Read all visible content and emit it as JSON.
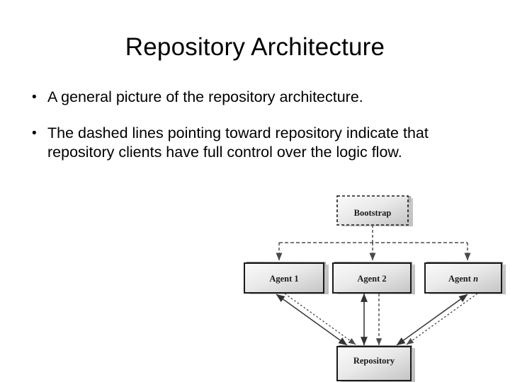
{
  "slide": {
    "title": "Repository Architecture",
    "bullet_glyph": "•",
    "bullets": [
      "A general picture of the repository architecture.",
      "The dashed lines pointing toward repository indicate that repository clients have full control over the logic flow."
    ]
  },
  "diagram": {
    "nodes": {
      "bootstrap": "Bootstrap",
      "agent1": "Agent 1",
      "agent2": "Agent 2",
      "agent_n_prefix": "Agent ",
      "agent_n_italic": "n",
      "repository": "Repository"
    },
    "colors": {
      "box_fill_light": "#f2f2f2",
      "box_fill_dark": "#c9c9c9",
      "box_border": "#1a1a1a",
      "box_top_band": "#8c8c8c",
      "shadow": "#b4b4b4",
      "dashed_line": "#4d4d4d",
      "solid_line": "#3c3c3c",
      "label_text": "#1a1a1a"
    },
    "edges": [
      {
        "from": "bootstrap",
        "to": "bus",
        "style": "dashed"
      },
      {
        "from": "bus",
        "to": "agent1",
        "style": "dashed",
        "arrow": "end"
      },
      {
        "from": "bus",
        "to": "agent2",
        "style": "dashed",
        "arrow": "end"
      },
      {
        "from": "bus",
        "to": "agent_n",
        "style": "dashed",
        "arrow": "end"
      },
      {
        "from": "agent1",
        "to": "repository",
        "style": "solid",
        "arrow": "both"
      },
      {
        "from": "agent1",
        "to": "repository",
        "style": "dashed",
        "arrow": "end"
      },
      {
        "from": "agent2",
        "to": "repository",
        "style": "solid",
        "arrow": "both"
      },
      {
        "from": "agent2",
        "to": "repository",
        "style": "dashed",
        "arrow": "end"
      },
      {
        "from": "agent_n",
        "to": "repository",
        "style": "solid",
        "arrow": "both"
      },
      {
        "from": "agent_n",
        "to": "repository",
        "style": "dashed",
        "arrow": "end"
      }
    ]
  }
}
